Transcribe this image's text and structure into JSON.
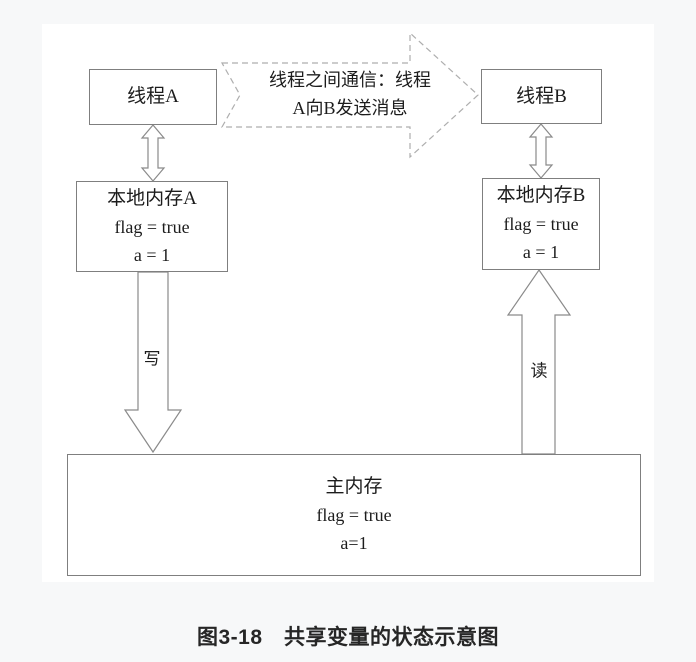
{
  "page": {
    "background": "#f7f8f9",
    "panel_background": "#ffffff"
  },
  "diagram": {
    "thread_a": {
      "label": "线程A"
    },
    "thread_b": {
      "label": "线程B"
    },
    "message_arrow": {
      "line1": "线程之间通信：线程",
      "line2": "A向B发送消息"
    },
    "local_memory_a": {
      "title": "本地内存A",
      "var1": "flag = true",
      "var2": "a = 1"
    },
    "local_memory_b": {
      "title": "本地内存B",
      "var1": "flag = true",
      "var2": "a = 1"
    },
    "main_memory": {
      "title": "主内存",
      "var1": "flag = true",
      "var2": "a=1"
    },
    "write_label": "写",
    "read_label": "读",
    "colors": {
      "box_border": "#7f7f7f",
      "arrow_outline": "#8a8a8a",
      "dashed_arrow_stroke": "#aeaeae",
      "text": "#1c1c1c"
    }
  },
  "caption": {
    "text": "图3-18　共享变量的状态示意图"
  }
}
